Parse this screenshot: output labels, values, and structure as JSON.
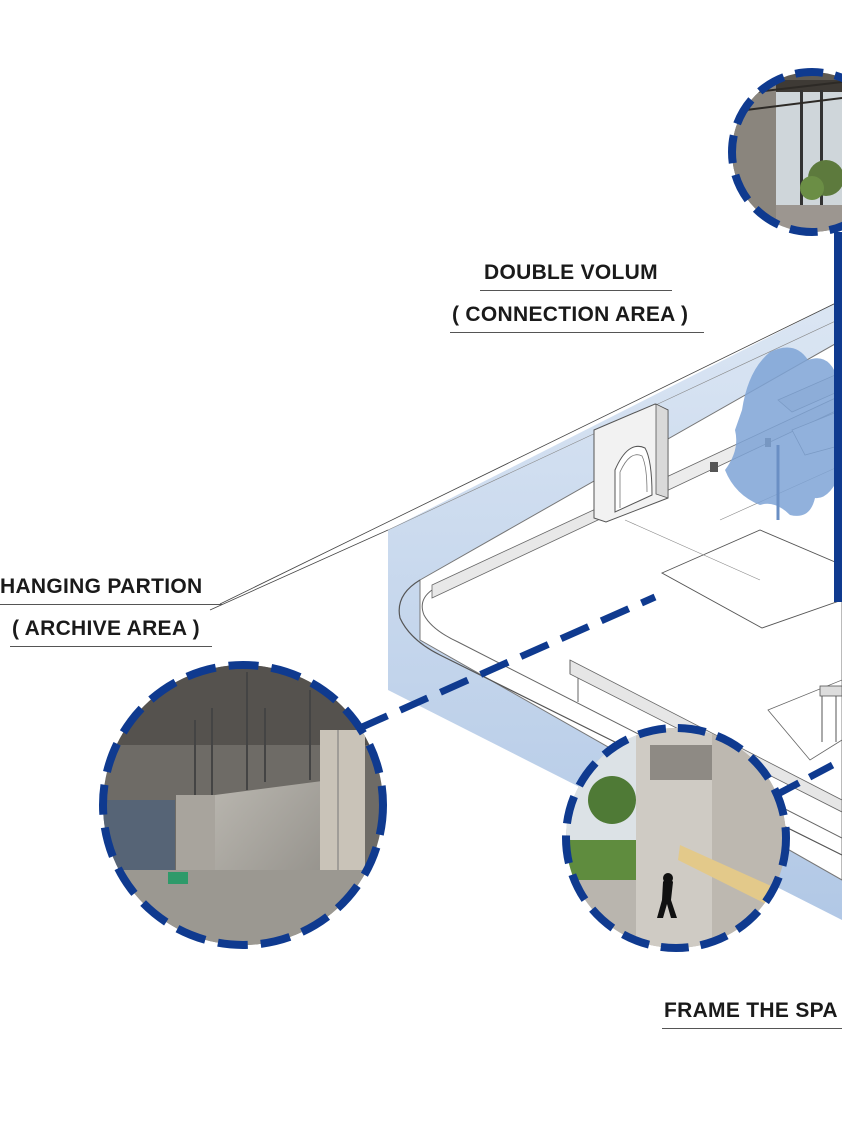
{
  "labels": {
    "double_volume": "DOUBLE VOLUM",
    "connection_area": "( CONNECTION AREA )",
    "hanging_partition": "HANGING PARTION",
    "archive_area": "( ARCHIVE AREA )",
    "frame_the_space": "FRAME THE SPA"
  },
  "colors": {
    "accent_blue": "#0f3a8f",
    "light_blue": "#b9cde8",
    "tree_blue": "#7ea3d6",
    "line_gray": "#8a8a8a"
  }
}
